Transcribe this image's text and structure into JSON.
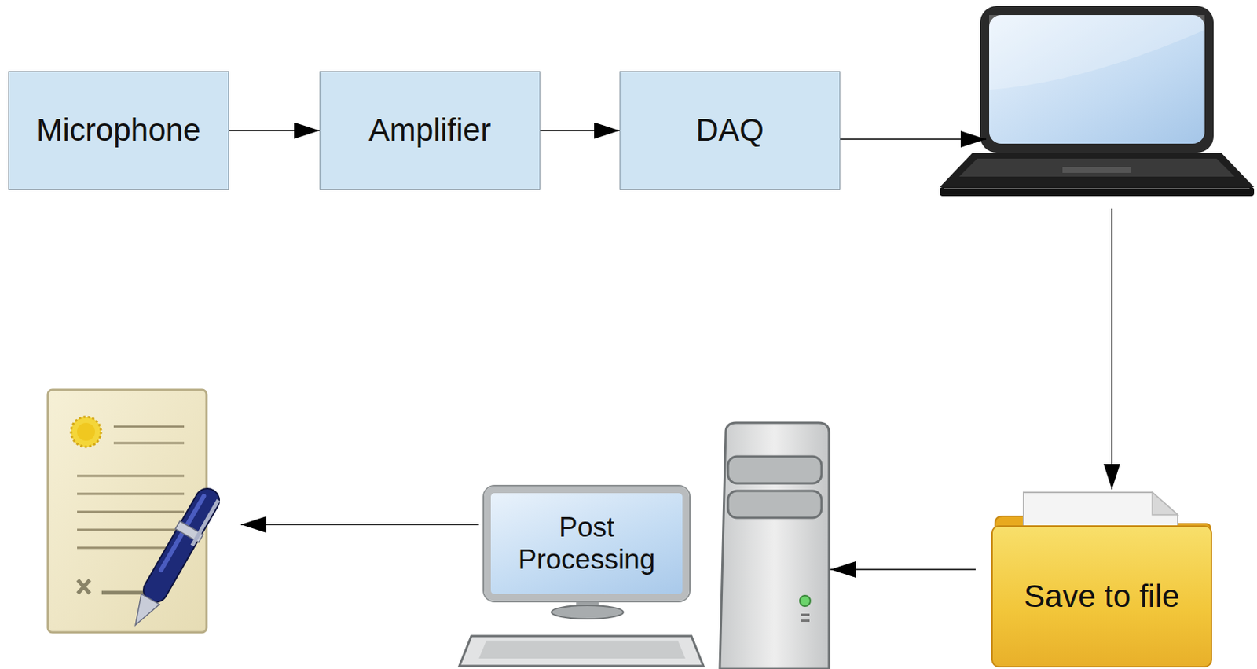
{
  "diagram": {
    "nodes": [
      {
        "text": [
          "Microphone"
        ]
      },
      {
        "text": [
          "Amplifier"
        ]
      },
      {
        "text": [
          "DAQ"
        ]
      },
      {
        "text": [
          "Save to file"
        ]
      },
      {
        "text": [
          "Post Processing"
        ]
      }
    ],
    "edges": [
      {
        "from": 0,
        "to": 1,
        "arrow": "to"
      },
      {
        "from": 1,
        "to": 2,
        "arrow": "to"
      }
    ]
  }
}
